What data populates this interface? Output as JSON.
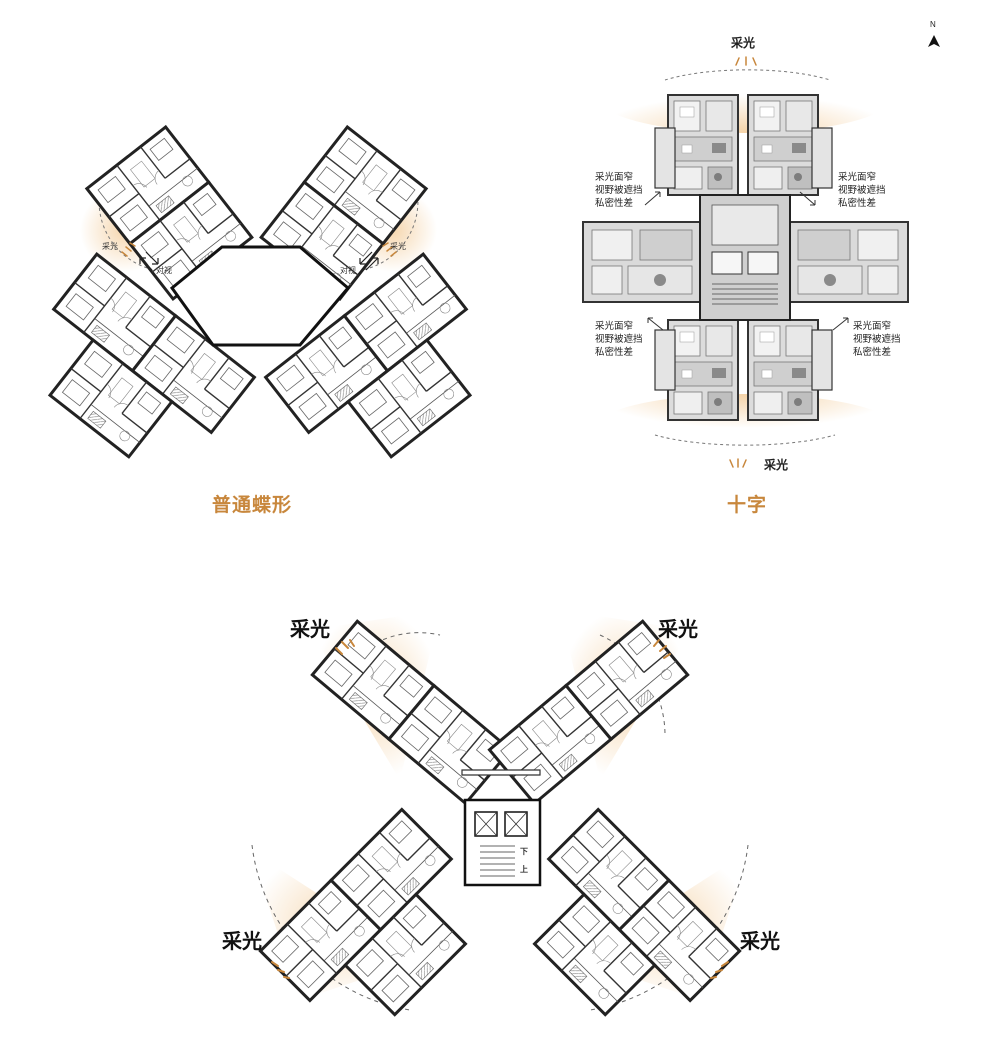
{
  "captions": {
    "butterfly": "普通蝶形",
    "cross": "十字"
  },
  "labels": {
    "light": "采光",
    "opposite_view": "对视",
    "north": "N",
    "stair_down": "下",
    "stair_up": "上",
    "cross_note": "采光面窄\n视野被遮挡\n私密性差"
  },
  "colors": {
    "caption": "#c8873c",
    "glow": "#f1c48a",
    "ray": "#c8873c",
    "wall": "#222222"
  }
}
